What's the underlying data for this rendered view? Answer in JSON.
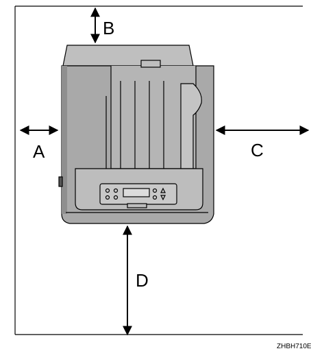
{
  "diagram": {
    "label_a": "A",
    "label_b": "B",
    "label_c": "C",
    "label_d": "D",
    "figure_code": "ZHBH710E"
  },
  "colors": {
    "printer_body": "#a9a9a9",
    "printer_light": "#c4c4c4",
    "outline": "#000000"
  },
  "icons": [
    "double-arrow-icon",
    "printer-illustration"
  ]
}
